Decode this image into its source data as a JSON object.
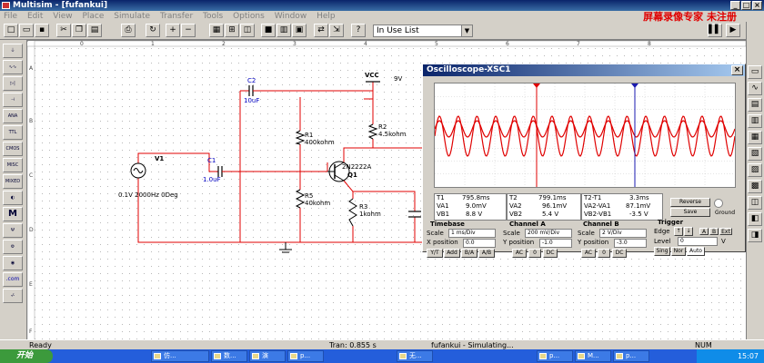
{
  "window": {
    "title": "Multisim - [fufankui]",
    "watermark": "屏幕录像专家 未注册"
  },
  "menu": [
    "File",
    "Edit",
    "View",
    "Place",
    "Simulate",
    "Transfer",
    "Tools",
    "Options",
    "Window",
    "Help"
  ],
  "toolbar": {
    "dropdown_value": "In Use List"
  },
  "parts_bin": [
    "ANA",
    "TTL",
    "CMOS",
    "MISC",
    "MIXED",
    "M",
    ".com"
  ],
  "ruler": {
    "columns": [
      "0",
      "1",
      "2",
      "3",
      "4",
      "5",
      "6",
      "7",
      "8"
    ],
    "rows": [
      "A",
      "B",
      "C",
      "D",
      "E",
      "F"
    ]
  },
  "schematic": {
    "vcc_label": "VCC",
    "vcc_value": "9V",
    "c2_name": "C2",
    "c2_value": "10uF",
    "r1_name": "R1",
    "r1_value": "400kohm",
    "r2_name": "R2",
    "r2_value": "4.5kohm",
    "v1_name": "V1",
    "v1_value": "0.1V 2000Hz 0Deg",
    "c1_name": "C1",
    "c1_value": "1.0uF",
    "q1_part": "2N2222A",
    "q1_name": "Q1",
    "r5_name": "R5",
    "r5_value": "40kohm",
    "r3_name": "R3",
    "r3_value": "1kohm"
  },
  "scope": {
    "title": "Oscilloscope-XSC1",
    "readout": {
      "t1_label": "T1",
      "t1_value": "795.8ms",
      "va1_label": "VA1",
      "va1_value": "9.0mV",
      "vb1_label": "VB1",
      "vb1_value": "8.8 V",
      "t2_label": "T2",
      "t2_value": "799.1ms",
      "va2_label": "VA2",
      "va2_value": "96.1mV",
      "vb2_label": "VB2",
      "vb2_value": "5.4 V",
      "dt_label": "T2-T1",
      "dt_value": "3.3ms",
      "dva_label": "VA2-VA1",
      "dva_value": "87.1mV",
      "dvb_label": "VB2-VB1",
      "dvb_value": "-3.5 V"
    },
    "reverse_label": "Reverse",
    "save_label": "Save",
    "ground_label": "Ground",
    "timebase": {
      "title": "Timebase",
      "scale_label": "Scale",
      "scale_value": "1 ms/Div",
      "xpos_label": "X position",
      "xpos_value": "0.0",
      "modes": [
        "Y/T",
        "Add",
        "B/A",
        "A/B"
      ]
    },
    "channel_a": {
      "title": "Channel A",
      "scale_label": "Scale",
      "scale_value": "200 mV/Div",
      "ypos_label": "Y position",
      "ypos_value": "-1.0",
      "modes": [
        "AC",
        "0",
        "DC"
      ]
    },
    "channel_b": {
      "title": "Channel B",
      "scale_label": "Scale",
      "scale_value": "2 V/Div",
      "ypos_label": "Y position",
      "ypos_value": "-3.0",
      "modes": [
        "AC",
        "0",
        "DC"
      ]
    },
    "trigger": {
      "title": "Trigger",
      "edge_label": "Edge",
      "level_label": "Level",
      "level_value": "0",
      "level_unit": "V",
      "modes": [
        "Sing",
        "Nor",
        "Auto"
      ],
      "sources": [
        "A",
        "B",
        "Ext"
      ]
    }
  },
  "status": {
    "left": "Ready",
    "tran": "Tran: 0.855 s",
    "sim": "fufankui - Simulating...",
    "num": "NUM"
  },
  "taskbar": {
    "start": "开始",
    "tasks": [
      "仿...",
      "数...",
      "演",
      "p...",
      "无...",
      "p...",
      "M...",
      "p..."
    ],
    "clock": "15:07"
  },
  "colors": {
    "wire": "#e00000",
    "trace_a": "#e00000",
    "cursor_1": "#e00000",
    "cursor_2": "#1a1ab0",
    "label": "#0000c0"
  }
}
